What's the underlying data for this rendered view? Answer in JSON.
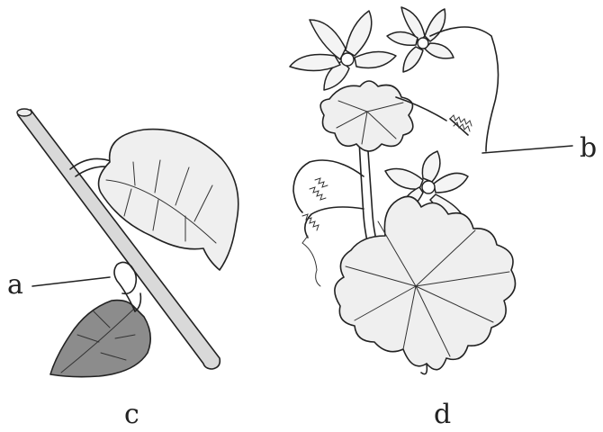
{
  "labels": {
    "pointer_a": "a",
    "pointer_b": "b",
    "figure_c": "c",
    "figure_d": "d"
  }
}
